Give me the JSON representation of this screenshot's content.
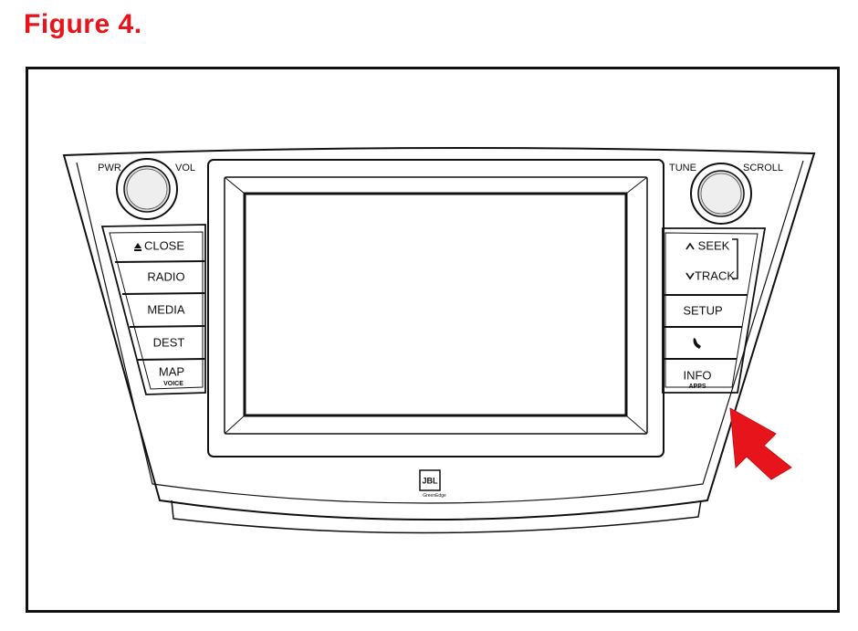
{
  "figure_title": "Figure 4.",
  "colors": {
    "title": "#e8141b",
    "arrow": "#e8141b",
    "line": "#111111"
  },
  "left_knob": {
    "left_label": "PWR",
    "right_label": "VOL"
  },
  "right_knob": {
    "left_label": "TUNE",
    "right_label": "SCROLL"
  },
  "left_buttons": [
    {
      "label": "CLOSE",
      "icon": "eject-icon"
    },
    {
      "label": "RADIO"
    },
    {
      "label": "MEDIA"
    },
    {
      "label": "DEST"
    },
    {
      "label": "MAP",
      "sub": "VOICE"
    }
  ],
  "right_buttons": [
    {
      "label": "SEEK",
      "icon": "chevron-up-icon"
    },
    {
      "label": "TRACK",
      "icon": "chevron-down-icon"
    },
    {
      "label": "SETUP"
    },
    {
      "label": "",
      "icon": "phone-icon"
    },
    {
      "label": "INFO",
      "sub": "APPS"
    }
  ],
  "brand_logo": "JBL GreenEdge",
  "callout": {
    "target": "INFO APPS button",
    "icon": "arrow-icon"
  }
}
